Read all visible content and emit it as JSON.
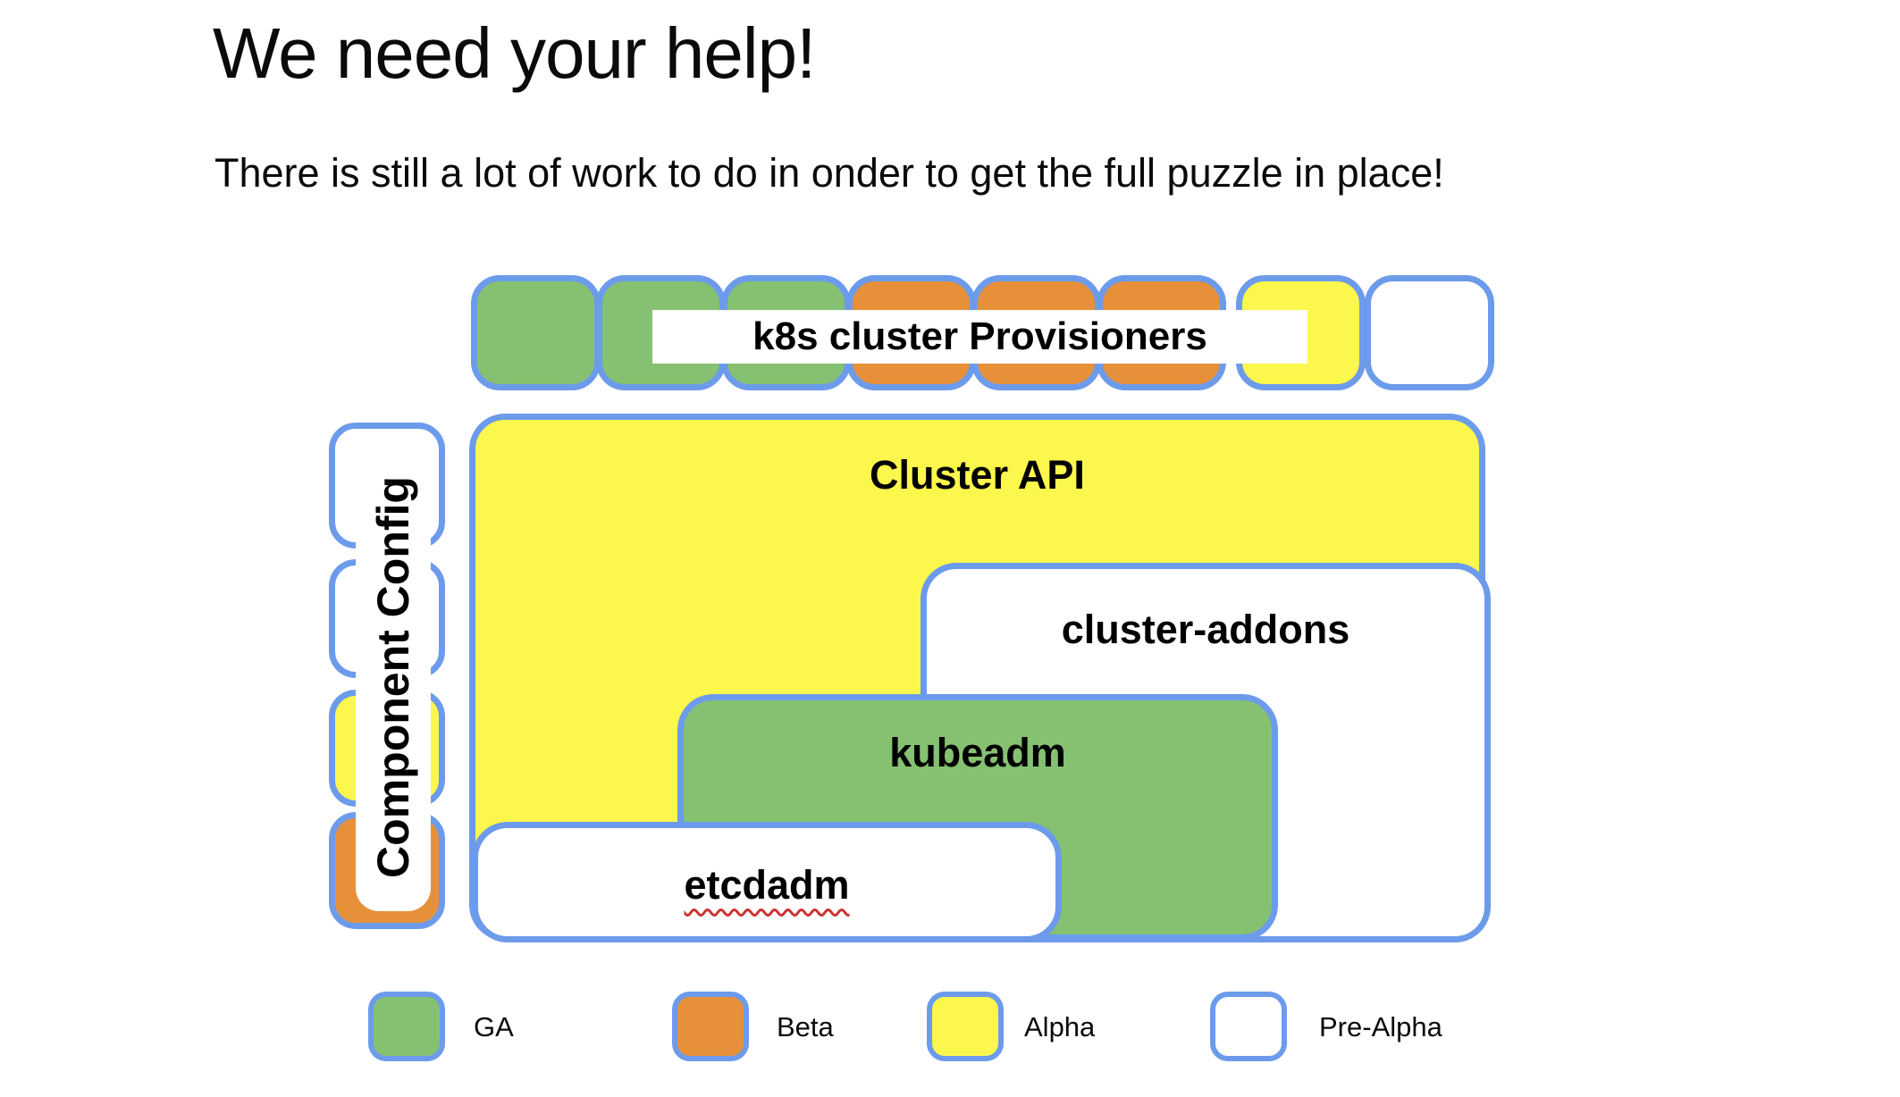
{
  "colors": {
    "ga": "#85C171",
    "beta": "#E6913A",
    "alpha": "#FBF74D",
    "pre_alpha": "#FFFFFF",
    "border": "#6D9BEB",
    "spellcheck": "#CC3333"
  },
  "header": {
    "title": "We need your help!",
    "subtitle": "There is still a lot of work to do in onder to get the full puzzle in place!"
  },
  "puzzle": {
    "provisioners": {
      "label": "k8s cluster Provisioners",
      "pieces": [
        "ga",
        "ga",
        "ga",
        "beta",
        "beta",
        "beta",
        "alpha",
        "pre_alpha"
      ]
    },
    "component_config": {
      "label": "Component Config",
      "pieces": [
        "pre_alpha",
        "pre_alpha",
        "alpha",
        "beta"
      ]
    },
    "boxes": {
      "cluster_api": {
        "label": "Cluster API",
        "status": "alpha"
      },
      "cluster_addons": {
        "label": "cluster-addons",
        "status": "pre_alpha"
      },
      "kubeadm": {
        "label": "kubeadm",
        "status": "ga"
      },
      "etcdadm": {
        "label": "etcdadm",
        "status": "pre_alpha",
        "spellcheck_underline": true
      }
    }
  },
  "legend": {
    "items": [
      {
        "label": "GA",
        "status": "ga"
      },
      {
        "label": "Beta",
        "status": "beta"
      },
      {
        "label": "Alpha",
        "status": "alpha"
      },
      {
        "label": "Pre-Alpha",
        "status": "pre_alpha"
      }
    ]
  }
}
